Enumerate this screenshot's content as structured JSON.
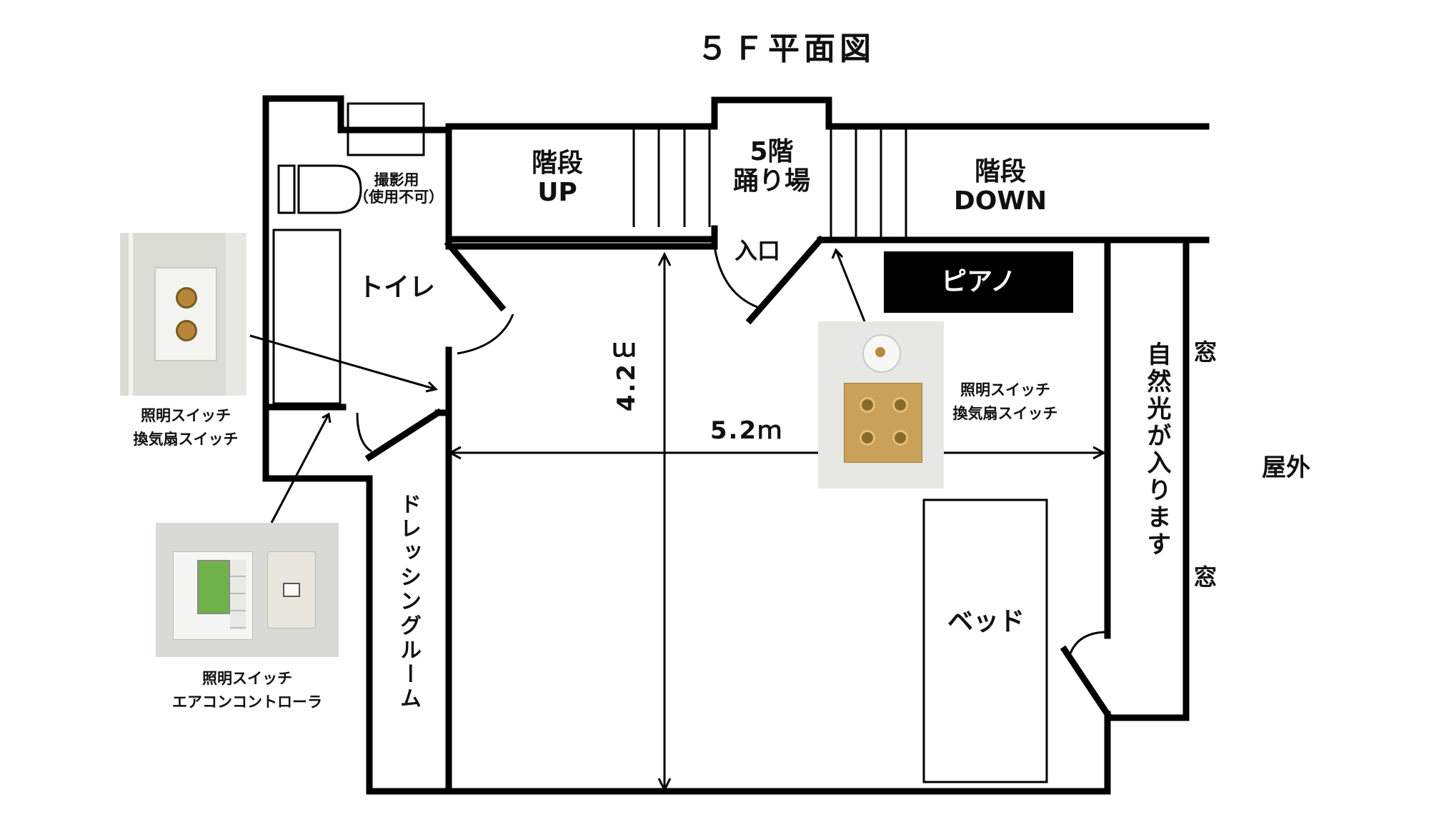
{
  "title": "５Ｆ平面図",
  "rooms": {
    "stairs_up": "階段\nUP",
    "landing": "5階\n踊り場",
    "stairs_down": "階段\nDOWN",
    "entrance": "入口",
    "toilet": "トイレ",
    "toilet_note": "撮影用\n（使用不可）",
    "piano": "ピアノ",
    "dressing_room": "ドレッシングルーム",
    "bed": "ベッド",
    "natural_light": "自然光が入ります",
    "window_top": "窓",
    "window_bottom": "窓",
    "outside": "屋外"
  },
  "dimensions": {
    "height": "4.2ｍ",
    "width": "5.2ｍ"
  },
  "photo_captions": {
    "left_switch": "照明スイッチ\n換気扇スイッチ",
    "ac_controller": "照明スイッチ\nエアコンコントローラ",
    "right_switch": "照明スイッチ\n換気扇スイッチ"
  },
  "colors": {
    "wall": "#000000",
    "piano_fill": "#000000",
    "piano_text": "#ffffff",
    "brass": "#c9a15a",
    "panel_white": "#f1f1ef",
    "lcd_green": "#6fb24a"
  }
}
